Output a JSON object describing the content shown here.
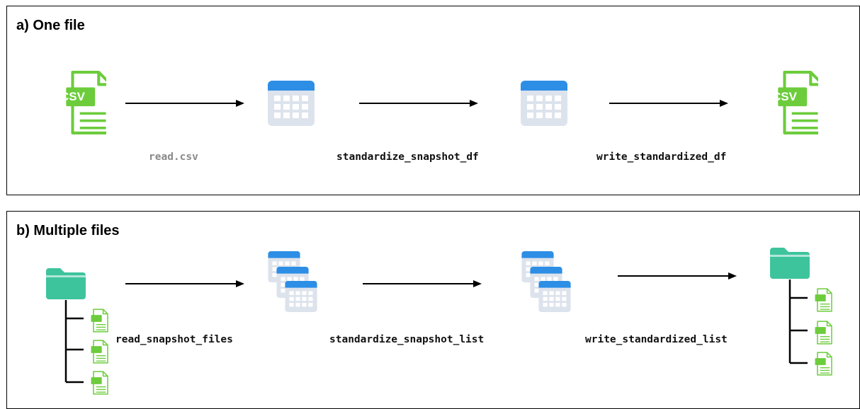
{
  "panels": [
    {
      "title": "a) One file",
      "functions": [
        "read.csv",
        "standardize_snapshot_df",
        "write_standardized_df"
      ],
      "flow": [
        "csv-file",
        "data-frame",
        "data-frame",
        "csv-file"
      ]
    },
    {
      "title": "b) Multiple files",
      "functions": [
        "read_snapshot_files",
        "standardize_snapshot_list",
        "write_standardized_list"
      ],
      "flow": [
        "folder-of-csv-files",
        "stack-of-data-frames",
        "stack-of-data-frames",
        "folder-of-csv-files"
      ]
    }
  ],
  "icon_text": {
    "csv": "CSV"
  },
  "colors": {
    "csv_green": "#6ccc3c",
    "table_blue": "#2d8ee6",
    "table_gray": "#dde3ec",
    "folder_teal": "#3ec49d",
    "border": "#000000",
    "gray_label": "#8a8a8a"
  }
}
